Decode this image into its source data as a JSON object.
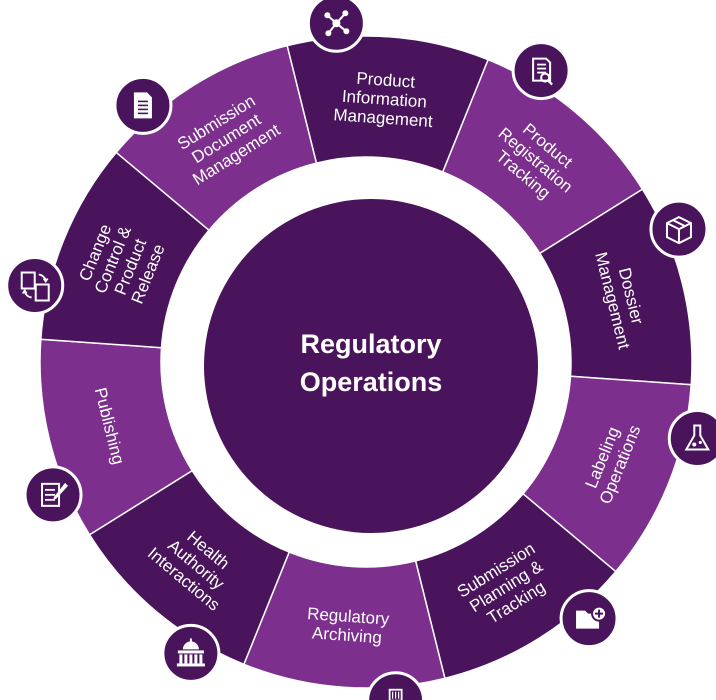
{
  "center": {
    "lines": [
      "Regulatory",
      "Operations"
    ]
  },
  "colors": {
    "dark": "#4a145c",
    "light": "#7c2f8c",
    "center": "#4a145c",
    "icon_badge": "#4a145c",
    "gap": "#ffffff"
  },
  "segments": [
    {
      "id": "product-information-management",
      "lines": [
        "Product",
        "Information",
        "Management"
      ],
      "icon": "network-icon",
      "tone": "dark"
    },
    {
      "id": "product-registration-tracking",
      "lines": [
        "Product",
        "Registration",
        "Tracking"
      ],
      "icon": "document-search-icon",
      "tone": "light"
    },
    {
      "id": "dossier-management",
      "lines": [
        "Dossier",
        "Management"
      ],
      "icon": "box-icon",
      "tone": "dark"
    },
    {
      "id": "labeling-operations",
      "lines": [
        "Labeling",
        "Operations"
      ],
      "icon": "flask-icon",
      "tone": "light"
    },
    {
      "id": "submission-planning-tracking",
      "lines": [
        "Submission",
        "Planning &",
        "Tracking"
      ],
      "icon": "folder-plus-icon",
      "tone": "dark"
    },
    {
      "id": "regulatory-archiving",
      "lines": [
        "Regulatory",
        "Archiving"
      ],
      "icon": "archive-boxes-icon",
      "tone": "light"
    },
    {
      "id": "health-authority-interactions",
      "lines": [
        "Health",
        "Authority",
        "Interactions"
      ],
      "icon": "capitol-building-icon",
      "tone": "dark"
    },
    {
      "id": "publishing",
      "lines": [
        "Publishing"
      ],
      "icon": "notepad-pen-icon",
      "tone": "light"
    },
    {
      "id": "change-control-product-release",
      "lines": [
        "Change",
        "Control &",
        "Product",
        "Release"
      ],
      "icon": "swap-documents-icon",
      "tone": "dark"
    },
    {
      "id": "submission-document-management",
      "lines": [
        "Submission",
        "Document",
        "Management"
      ],
      "icon": "document-icon",
      "tone": "light"
    }
  ]
}
